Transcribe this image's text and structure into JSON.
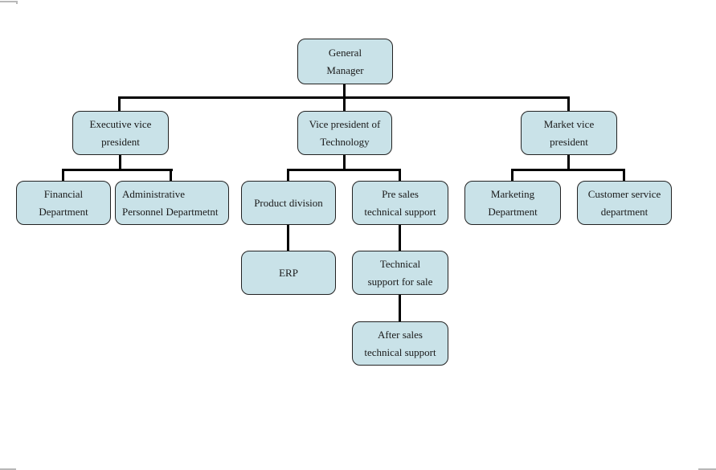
{
  "palette": {
    "node_fill": "#c9e2e8",
    "node_border": "#222222",
    "line_color": "#000000",
    "frame_mark_color": "#b8b8b8"
  },
  "nodes": {
    "general_manager": {
      "line1": "General",
      "line2": "Manager"
    },
    "executive_vp": {
      "line1": "Executive vice",
      "line2": "president"
    },
    "vp_technology": {
      "line1": "Vice president of",
      "line2": "Technology"
    },
    "market_vp": {
      "line1": "Market vice",
      "line2": "president"
    },
    "financial": {
      "line1": "Financial",
      "line2": "Department"
    },
    "admin_personnel": {
      "line1": "Administrative",
      "line2": "Personnel Departmetnt"
    },
    "product_division": {
      "line1": "Product division"
    },
    "pre_sales": {
      "line1": "Pre sales",
      "line2": "technical support"
    },
    "marketing": {
      "line1": "Marketing",
      "line2": "Department"
    },
    "customer_service": {
      "line1": "Customer service",
      "line2": "department"
    },
    "erp": {
      "line1": "ERP"
    },
    "tech_support_sale": {
      "line1": "Technical",
      "line2": "support for sale"
    },
    "after_sales": {
      "line1": "After sales",
      "line2": "technical support"
    }
  },
  "edges": [
    [
      "general_manager",
      "executive_vp"
    ],
    [
      "general_manager",
      "vp_technology"
    ],
    [
      "general_manager",
      "market_vp"
    ],
    [
      "executive_vp",
      "financial"
    ],
    [
      "executive_vp",
      "admin_personnel"
    ],
    [
      "vp_technology",
      "product_division"
    ],
    [
      "vp_technology",
      "pre_sales"
    ],
    [
      "market_vp",
      "marketing"
    ],
    [
      "market_vp",
      "customer_service"
    ],
    [
      "product_division",
      "erp"
    ],
    [
      "pre_sales",
      "tech_support_sale"
    ],
    [
      "tech_support_sale",
      "after_sales"
    ]
  ]
}
